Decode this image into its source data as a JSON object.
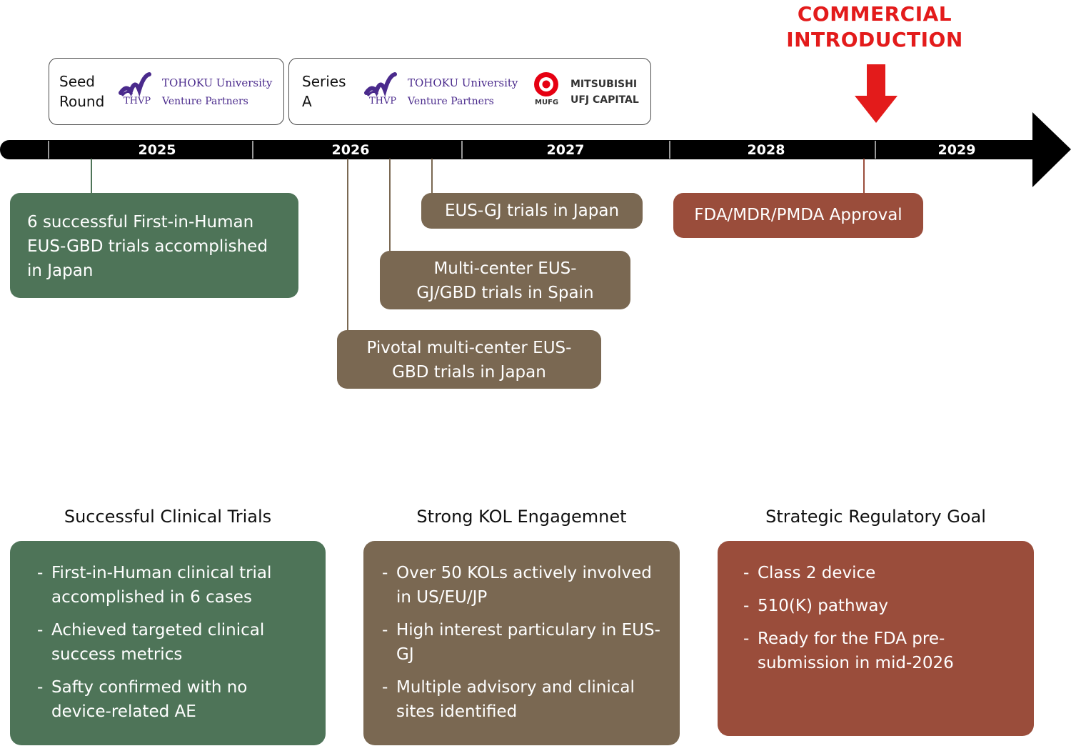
{
  "funding": {
    "seed": {
      "label": "Seed\nRound",
      "investor": {
        "name_line1": "TOHOKU University",
        "name_line2": "Venture Partners",
        "abbr": "THVP"
      }
    },
    "series_a": {
      "label": "Series\nA",
      "investors": [
        {
          "name_line1": "TOHOKU University",
          "name_line2": "Venture Partners",
          "abbr": "THVP"
        },
        {
          "name_line1": "MITSUBISHI",
          "name_line2": "UFJ CAPITAL",
          "abbr": "MUFG"
        }
      ]
    }
  },
  "commercial": {
    "line1": "COMMERCIAL",
    "line2": "INTRODUCTION",
    "color": "#e31b1b"
  },
  "years": [
    "2025",
    "2026",
    "2027",
    "2028",
    "2029"
  ],
  "events": [
    {
      "text": "6 successful First-in-Human EUS-GBD trials accomplished in Japan",
      "color": "#4e7458"
    },
    {
      "text": "EUS-GJ trials in Japan",
      "color": "#7a6852"
    },
    {
      "text": "Multi-center EUS-GJ/GBD trials in Spain",
      "color": "#7a6852"
    },
    {
      "text": "Pivotal multi-center EUS-GBD trials in Japan",
      "color": "#7a6852"
    },
    {
      "text": "FDA/MDR/PMDA Approval",
      "color": "#9a4d3b"
    }
  ],
  "columns": [
    {
      "title": "Successful Clinical Trials",
      "color": "#4e7458",
      "items": [
        "First-in-Human clinical trial accomplished in 6 cases",
        "Achieved targeted clinical success metrics",
        "Safty confirmed with no device-related AE"
      ]
    },
    {
      "title": "Strong KOL Engagemnet",
      "color": "#7a6852",
      "items": [
        "Over 50 KOLs actively involved in US/EU/JP",
        "High interest particulary in EUS-GJ",
        "Multiple advisory and clinical sites identified"
      ]
    },
    {
      "title": "Strategic Regulatory Goal",
      "color": "#9a4d3b",
      "items": [
        "Class 2 device",
        "510(K) pathway",
        "Ready for the FDA pre-submission in mid-2026"
      ]
    }
  ]
}
